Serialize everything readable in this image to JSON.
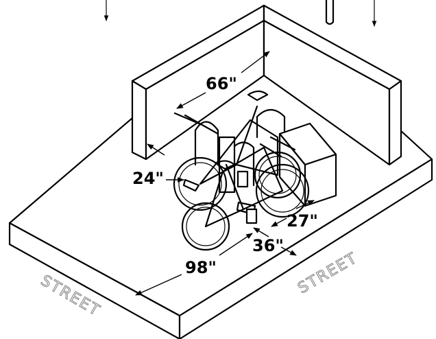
{
  "dimensions": {
    "wall_length": "66\"",
    "side_clearance": "24\"",
    "rack_depth": "27\"",
    "bike_spacing": "36\"",
    "pad_length": "98\""
  },
  "streets": {
    "left": "STREET",
    "right": "STREET"
  }
}
